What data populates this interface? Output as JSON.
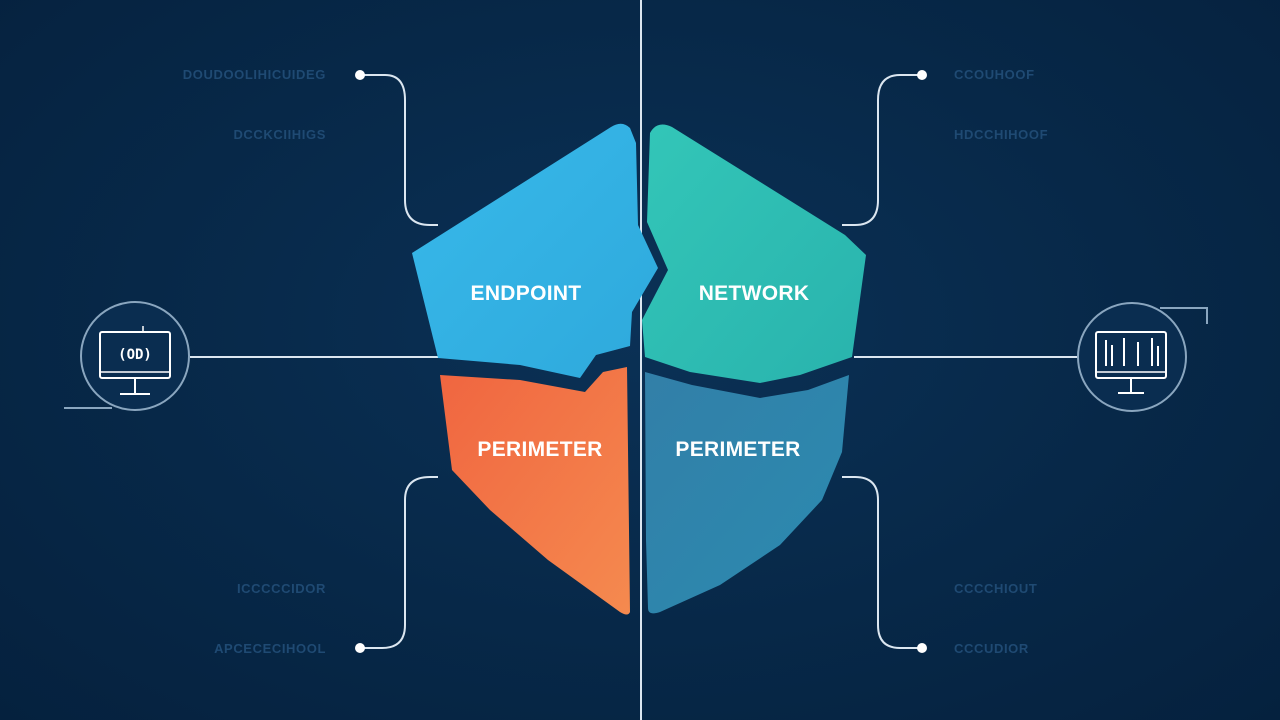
{
  "shield": {
    "segments": [
      {
        "id": "top-left",
        "label": "ENDPOINT",
        "color": "#35b4e6"
      },
      {
        "id": "top-right",
        "label": "NETWORK",
        "color": "#2fc0b6"
      },
      {
        "id": "bottom-left",
        "label": "PERIMETER",
        "color": "#f26a45"
      },
      {
        "id": "bottom-right",
        "label": "PERIMETER",
        "color": "#2f84aa"
      }
    ]
  },
  "annotations": {
    "left_top_1": "DOUDOOLIHICUIDEG",
    "left_top_2": "DCCKCIIHIGS",
    "left_bottom_1": "ICCCCCIDOR",
    "left_bottom_2": "APCECECIHOOL",
    "right_top_1": "CCOUHOOF",
    "right_top_2": "HDCCHIHOOF",
    "right_bottom_1": "CCCCHIOUT",
    "right_bottom_2": "CCCUDIOR"
  },
  "icons": {
    "left": {
      "name": "monitor-icon",
      "text": "(OD)"
    },
    "right": {
      "name": "server-rack-icon"
    }
  },
  "colors": {
    "background": "#072848",
    "line": "#dbe6f0",
    "side_text": "#1f4a73"
  }
}
